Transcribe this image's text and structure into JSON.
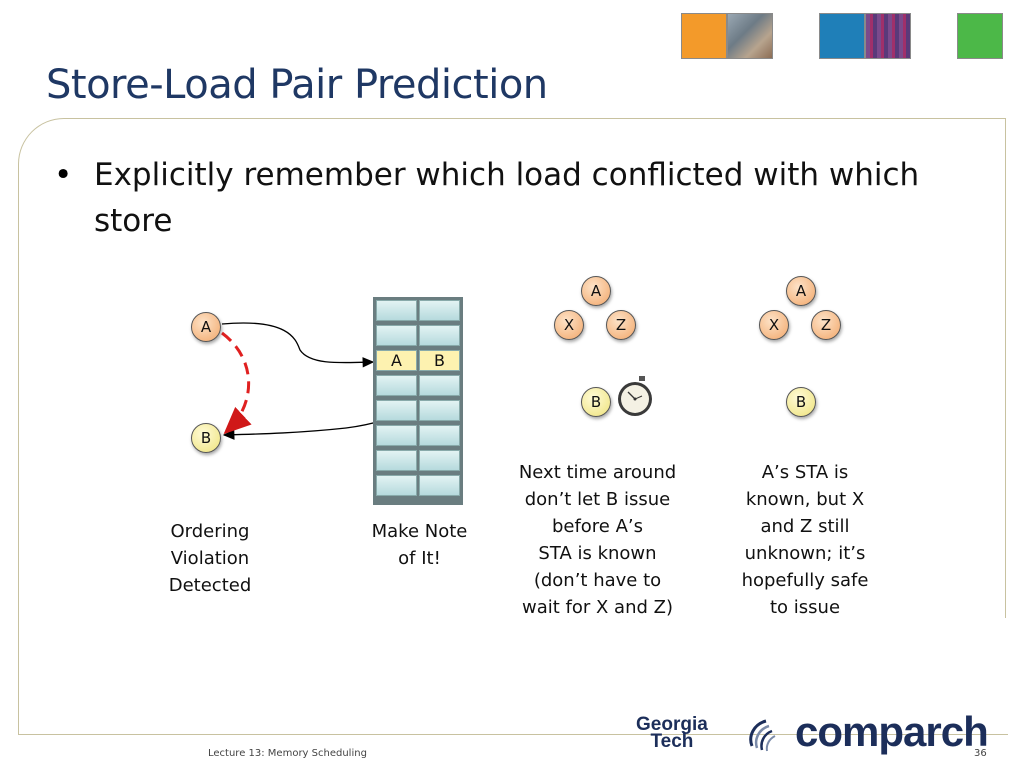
{
  "slide": {
    "title": "Store-Load Pair Prediction",
    "bullet": "Explicitly remember which load conflicted with which store",
    "footer": "Lecture 13: Memory Scheduling",
    "page_number": "36"
  },
  "diagram1": {
    "node_a": "A",
    "node_b": "B",
    "caption": "Ordering Violation Detected"
  },
  "diagram2": {
    "cell_a": "A",
    "cell_b": "B",
    "caption": "Make Note of It!"
  },
  "diagram3": {
    "node_a": "A",
    "node_x": "X",
    "node_z": "Z",
    "node_b": "B",
    "caption_lines": [
      "Next time around",
      "don’t let B issue",
      "before A’s",
      "STA is known",
      "(don’t have to",
      "wait for X and Z)"
    ]
  },
  "diagram4": {
    "node_a": "A",
    "node_x": "X",
    "node_z": "Z",
    "node_b": "B",
    "caption_lines": [
      "A’s STA is",
      "known, but X",
      "and Z still",
      "unknown; it’s",
      "hopefully safe",
      "to issue"
    ]
  },
  "logos": {
    "gt_line1": "Georgia",
    "gt_line2": "Tech",
    "comparch": "comparch"
  },
  "colors": {
    "title": "#1f3864",
    "orange_node": "#f2a76a",
    "yellow_node": "#eee27a",
    "dashed_arrow": "#e02020",
    "square_orange": "#f39a2a",
    "square_blue": "#1f7fb8",
    "square_green": "#4cb848"
  },
  "icons": {
    "stopwatch": "stopwatch-icon",
    "gt_emblem": "georgia-tech-emblem-icon"
  }
}
